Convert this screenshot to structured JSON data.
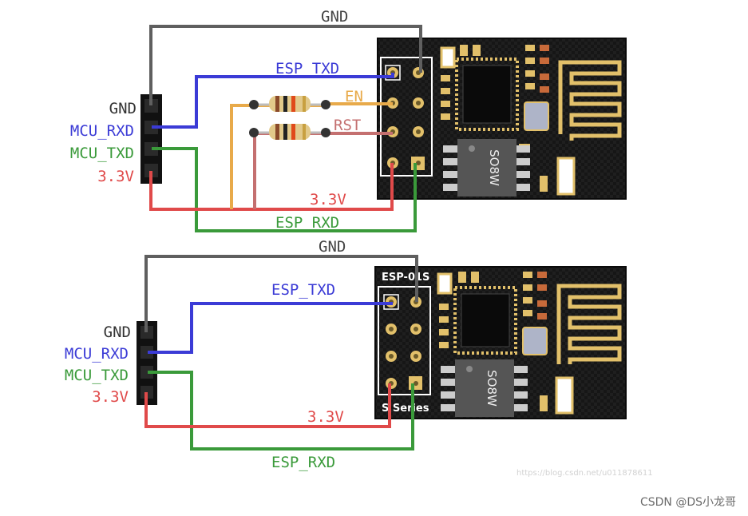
{
  "colors": {
    "gnd": "#5f5f5f",
    "rxd": "#3b3bd6",
    "txd": "#3a9a3a",
    "v33": "#e04a4a",
    "en": "#e8aa4a",
    "rst": "#c47070"
  },
  "top": {
    "header_labels": {
      "gnd": "GND",
      "mcu_rxd": "MCU_RXD",
      "mcu_txd": "MCU_TXD",
      "v33": "3.3V"
    },
    "wire_labels": {
      "gnd": "GND",
      "esp_txd": "ESP_TXD",
      "en": "EN",
      "rst": "RST",
      "v33": "3.3V",
      "esp_rxd": "ESP_RXD"
    },
    "chip_label": "SO8W"
  },
  "bottom": {
    "header_labels": {
      "gnd": "GND",
      "mcu_rxd": "MCU_RXD",
      "mcu_txd": "MCU_TXD",
      "v33": "3.3V"
    },
    "wire_labels": {
      "gnd": "GND",
      "esp_txd": "ESP_TXD",
      "v33": "3.3V",
      "esp_rxd": "ESP_RXD"
    },
    "board_title": "ESP-01S",
    "board_series": "S Series",
    "chip_label": "SO8W"
  },
  "watermark": "https://blog.csdn.net/u011878611",
  "credit": "CSDN @DS小龙哥"
}
